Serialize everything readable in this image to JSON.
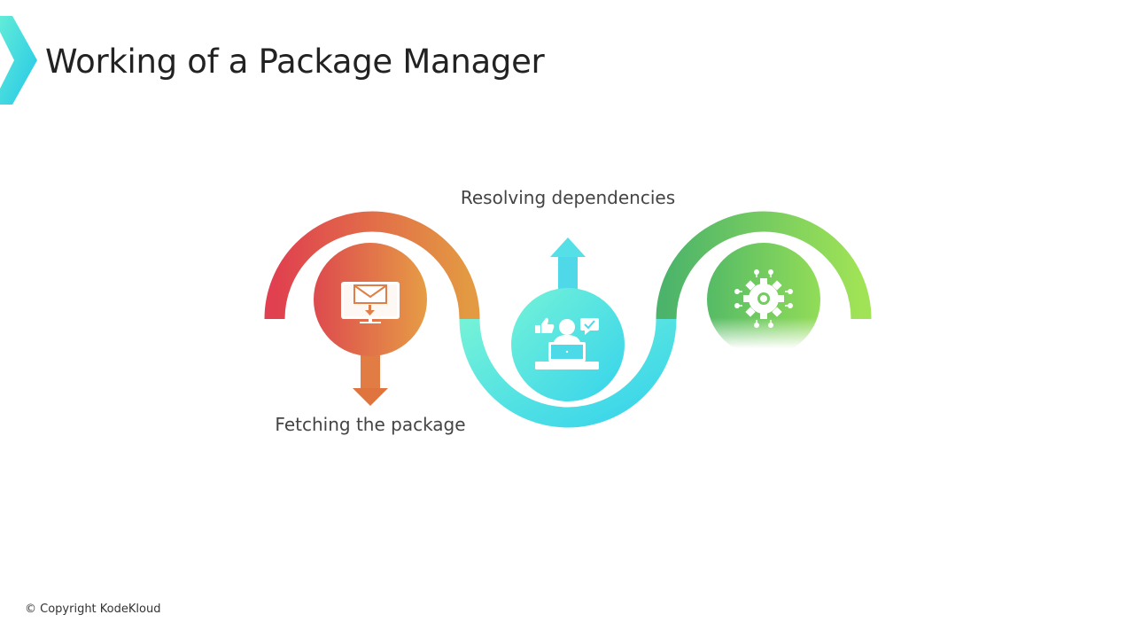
{
  "slide": {
    "title": "Working of a Package Manager",
    "copyright": "© Copyright KodeKloud"
  },
  "steps": [
    {
      "label": "Fetching the package",
      "icon": "download-monitor-icon",
      "color_start": "#e0404f",
      "color_end": "#e39a42"
    },
    {
      "label": "Resolving dependencies",
      "icon": "person-laptop-feedback-icon",
      "color_start": "#6ff0d8",
      "color_end": "#3ad6ea"
    },
    {
      "label": "",
      "icon": "gear-network-icon",
      "color_start": "#4db86a",
      "color_end": "#9be05a"
    }
  ],
  "colors": {
    "accent_corner": "#2ad1e6",
    "text": "#222222",
    "label_text": "#444444"
  }
}
